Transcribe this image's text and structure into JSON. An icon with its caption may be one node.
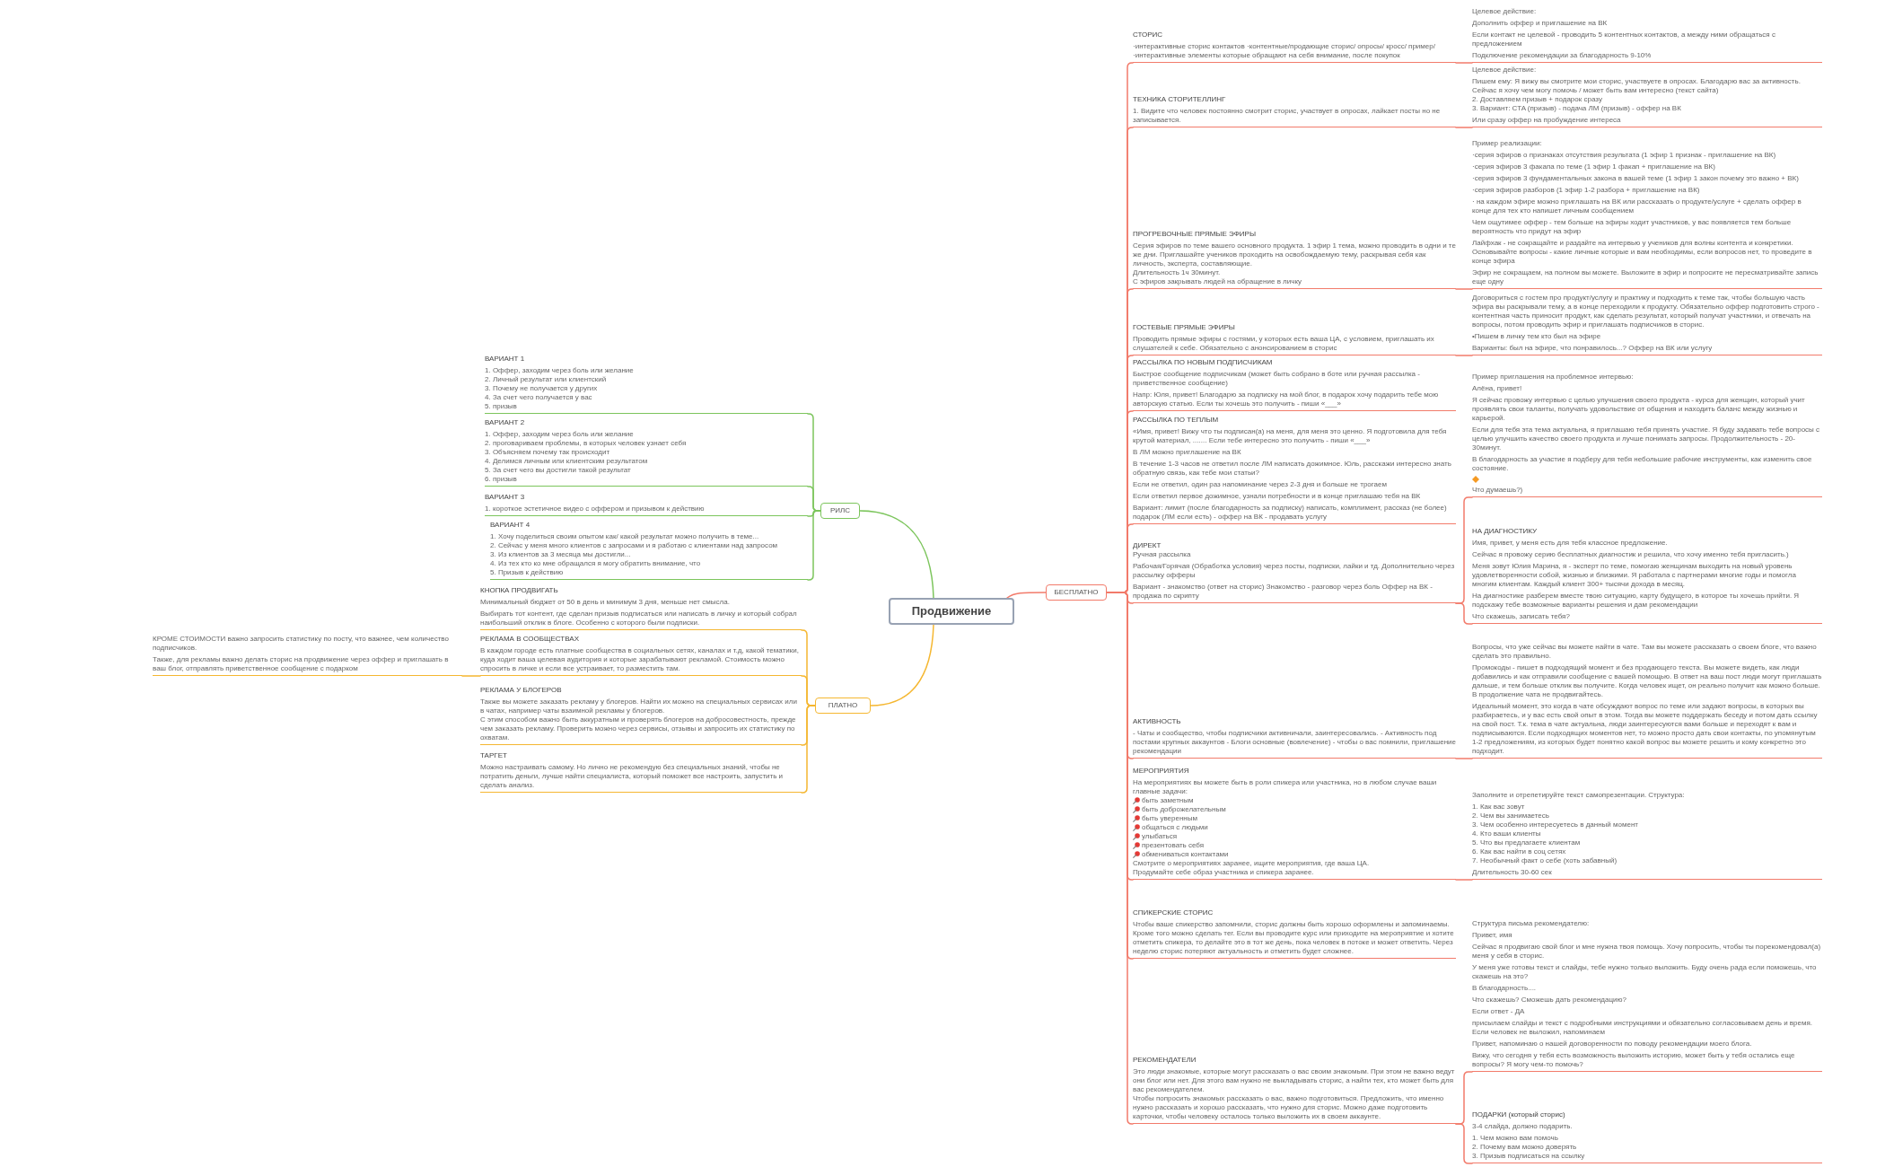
{
  "diagram": {
    "nodes": [
      {
        "text": [
          "Продвижение"
        ]
      },
      {
        "text": [
          "БЕСПЛАТНО"
        ]
      },
      {
        "text": [
          "СТОРИС",
          "·интерактивные сторис контактов ·контентные/продающие сторис/ опросы/ кросс/ пример/ ·интерактивные элементы которые обращают на себя внимание, после покупок"
        ]
      },
      {
        "text": [
          "Целевое действие:",
          "Дополнить оффер и приглашение на ВК",
          "Если контакт не целевой - проводить 5 контентных контактов, а между ними обращаться с предложением",
          "Подключение рекомендации за благодарность 9-10%"
        ]
      },
      {
        "text": [
          "ТЕХНИКА СТОРИТЕЛЛИНГ",
          "1. Видите что человек постоянно смотрит сторис, участвует в опросах, лайкает посты но не записывается."
        ]
      },
      {
        "text": [
          "Целевое действие:",
          "Пишем ему: Я вижу вы смотрите мои сторис, участвуете в опросах. Благодарю вас за активность. Сейчас я хочу чем могу помочь / может быть вам интересно (текст сайта)",
          "2. Доставляем призыв + подарок сразу",
          "3. Вариант: CTA (призыв) - подача ЛМ (призыв) - оффер на ВК",
          "Или сразу оффер на пробуждение интереса"
        ]
      },
      {
        "text": [
          "ПРОГРЕВОЧНЫЕ ПРЯМЫЕ ЭФИРЫ",
          "Серия эфиров по теме вашего основного продукта. 1 эфир 1 тема, можно проводить в одни и те же дни. Приглашайте учеников проходить на освобождаемую тему, раскрывая себя как личность, эксперта, составляющие.",
          "Длительность 1ч 30минут.",
          "С эфиров закрывать людей на обращение в личку"
        ]
      },
      {
        "text": [
          "Пример реализации:",
          "·серия эфиров о признаках отсутствия результата (1 эфир 1 признак - приглашение на ВК)",
          "·серия эфиров 3 факапа по теме (1 эфир 1 факап + приглашение на ВК)",
          "·серия эфиров 3 фундаментальных закона в вашей теме (1 эфир 1 закон почему это важно + ВК)",
          "·серия эфиров разборов (1 эфир 1-2 разбора + приглашение на ВК)",
          "· на каждом эфире можно приглашать на ВК или рассказать о продукте/услуге + сделать оффер в конце для тех кто напишет личным сообщением",
          "Чем ощутимее оффер - тем больше на эфиры ходит участников, у вас появляется тем больше вероятность что придут на эфир",
          "Лайфхак - не сокращайте и раздайте на интервью у учеников для волны контента и конкретики. Основывайте вопросы - какие личные которые и вам необходимы, если вопросов нет, то проведите в конце эфира",
          "Эфир не сокращаем, на полном вы можете. Выложите в эфир и попросите не пересматривайте запись еще одну"
        ]
      },
      {
        "text": [
          "ГОСТЕВЫЕ ПРЯМЫЕ ЭФИРЫ",
          "Проводить прямые эфиры с гостями, у которых есть ваша ЦА, с условием, приглашать их слушателей к себе. Обязательно с анонсированием в сторис"
        ]
      },
      {
        "text": [
          "Договориться с гостем про продукт/услугу и практику и подходить к теме так, чтобы большую часть эфира вы раскрывали тему, а в конце переходили к продукту. Обязательно оффер подготовить строго - контентная часть приносит продукт, как сделать результат, который получат участники, и отвечать на вопросы, потом проводить эфир и приглашать подписчиков в сторис.",
          "•Пишем в личку тем кто был на эфире",
          "Варианты: был на эфире, что понравилось...? Оффер на ВК или услугу"
        ]
      },
      {
        "text": [
          "РАССЫЛКА ПО НОВЫМ ПОДПИСЧИКАМ",
          "Быстрое сообщение подписчикам (может быть собрано в боте или ручная рассылка - приветственное сообщение)",
          "Напр: Юля, привет! Благодарю за подписку на мой блог, в подарок хочу подарить тебе мою авторскую статью. Если ты хочешь это получить - пиши «___»"
        ]
      },
      {
        "text": [
          "РАССЫЛКА ПО ТЕПЛЫМ",
          "«Имя, привет! Вижу что ты подписан(а) на меня, для меня это ценно. Я подготовила для тебя крутой материал, ....... Если тебе интересно это получить - пиши «___»",
          "В ЛМ можно приглашение на ВК",
          "В течение 1-3 часов не ответил после ЛМ написать дожимное. Юль, расскажи интересно знать обратную связь, как тебе мои статьи?",
          "Если не ответил, один раз напоминание через 2-3 дня и больше не трогаем",
          "Если ответил первое дожимное, узнали потребности и в конце приглашаю тебя на ВК",
          "Вариант: лимит (после благодарность за подписку) написать, комплимент, рассказ (не более) подарок (ЛМ если есть) - оффер на ВК - продавать услугу"
        ]
      },
      {
        "text": [
          "ДИРЕКТ",
          "Ручная рассылка",
          "Рабочая/Горячая (Обработка условия) через посты, подписки, лайки и тд. Дополнительно через рассылку офферы",
          "Вариант - знакомство (ответ на сторис) Знакомство - разговор через боль Оффер на ВК - продажа по скрипту"
        ]
      },
      {
        "text": [
          "Пример приглашения на проблемное интервью:",
          "Алёна, привет!",
          "Я сейчас провожу интервью с целью улучшения своего продукта - курса для женщин, который учит проявлять свои таланты, получать удовольствие от общения и находить баланс между жизнью и карьерой.",
          "Если для тебя эта тема актуальна, я приглашаю тебя принять участие. Я буду задавать тебе вопросы с целью улучшить качество своего продукта и лучше понимать запросы. Продолжительность - 20-30минут.",
          "В благодарность за участие я подберу для тебя небольшие рабочие инструменты, как изменить свое состояние.",
          "Что думаешь?)"
        ]
      },
      {
        "text": [
          "НА ДИАГНОСТИКУ",
          "Имя, привет, у меня есть для тебя классное предложение.",
          "Сейчас я провожу серию бесплатных диагностик и решила, что хочу именно тебя пригласить.)",
          "Меня зовут Юлия Марина, я - эксперт по теме, помогаю женщинам выходить на новый уровень удовлетворенности собой, жизнью и близкими. Я работала с партнерами многие годы и помогла многим клиентам. Каждый клиент 300+ тысячи дохода в месяц.",
          "На диагностике разберем вместе твою ситуацию, карту будущего, в которое ты хочешь прийти. Я подскажу тебе возможные варианты решения и дам рекомендации",
          "Что скажешь, записать тебя?"
        ]
      },
      {
        "text": [
          "АКТИВНОСТЬ",
          "- Чаты и сообщество, чтобы подписчики активничали, заинтересовались. - Активность под постами крупных аккаунтов - Блоги основные (вовлечение) - чтобы о вас помнили, приглашение рекомендации"
        ]
      },
      {
        "text": [
          "Вопросы, что уже сейчас вы можете найти в чате. Там вы можете рассказать о своем блоге, что важно сделать это правильно.",
          "Промокоды - пишет в подходящий момент и без продающего текста. Вы можете видеть, как люди добавились и как отправили сообщение с вашей помощью. В ответ на ваш пост люди могут приглашать дальше, и тем больше отклик вы получите. Когда человек ищет, он реально получит как можно больше. В продолжение чата не продвигайтесь.",
          "Идеальный момент, это когда в чате обсуждают вопрос по теме или задают вопросы, в которых вы разбираетесь, и у вас есть свой опыт в этом. Тогда вы можете поддержать беседу и потом дать ссылку на свой пост. Т.к. тема в чате актуальна, люди заинтересуются вами больше и переходят к вам и подписываются. Если подходящих моментов нет, то можно просто дать свои контакты, по упомянутым 1-2 предложениям, из которых будет понятно какой вопрос вы можете решить и кому конкретно это подходит."
        ]
      },
      {
        "text": [
          "МЕРОПРИЯТИЯ",
          "На мероприятиях вы можете быть в роли спикера или участника, но в любом случае ваши главные задачи:",
          "быть заметным",
          "быть доброжелательным",
          "быть уверенным",
          "общаться с людьми",
          "улыбаться",
          "презентовать себя",
          "обмениваться контактами",
          "Смотрите о мероприятиях заранее, ищите мероприятия, где ваша ЦА.",
          "Продумайте себе образ участника и спикера заранее."
        ]
      },
      {
        "text": [
          "Заполните и отрепетируйте текст самопрезентации. Структура:",
          "1. Как вас зовут",
          "2. Чем вы занимаетесь",
          "3. Чем особенно интересуетесь в данный момент",
          "4. Кто ваши клиенты",
          "5. Что вы предлагаете клиентам",
          "6. Как вас найти в соц сетях",
          "7. Необычный факт о себе (хоть забавный)",
          "Длительность 30-60 сек"
        ]
      },
      {
        "text": [
          "СПИКЕРСКИЕ СТОРИС",
          "Чтобы ваше спикерство запомнили, сторис должны быть хорошо оформлены и запоминаемы.",
          "Кроме того можно сделать тег. Если вы проводите курс или приходите на мероприятие и хотите отметить спикера, то делайте это в тот же день, пока человек в потоке и может ответить. Через неделю сторис потеряют актуальность и отметить будет сложнее."
        ]
      },
      {
        "text": [
          "РЕКОМЕНДАТЕЛИ",
          "Это люди знакомые, которые могут рассказать о вас своим знакомым. При этом не важно ведут они блог или нет. Для этого вам нужно не выкладывать сторис, а найти тех, кто может быть для вас рекомендателем.",
          "Чтобы попросить знакомых рассказать о вас, важно подготовиться. Предложить, что именно нужно рассказать и хорошо рассказать, что нужно для сторис. Можно даже подготовить карточки, чтобы человеку осталось только выложить их в своем аккаунте."
        ]
      },
      {
        "text": [
          "Структура письма рекомендателю:",
          "Привет, имя",
          "Сейчас я продвигаю свой блог и мне нужна твоя помощь. Хочу попросить, чтобы ты порекомендовал(а) меня у себя в сторис.",
          "У меня уже готовы текст и слайды, тебе нужно только выложить. Буду очень рада если поможешь, что скажешь на это?",
          "В благодарность....",
          "Что скажешь? Сможешь дать рекомендацию?",
          "Если ответ - ДА",
          "присылаем слайды и текст с подробными инструкциями и обязательно согласовываем день и время. Если человек не выложил, напоминаем",
          "Привет, напоминаю о нашей договоренности по поводу рекомендации моего блога.",
          "Вижу, что сегодня у тебя есть возможность выложить историю, может быть у тебя остались еще вопросы? Я могу чем-то помочь?"
        ]
      },
      {
        "text": [
          "ПОДАРКИ (который сторис)",
          "3-4 слайда, должно подарить.",
          "1. Чем можно вам помочь",
          "2. Почему вам можно доверять",
          "3. Призыв подписаться на ссылку"
        ]
      },
      {
        "text": [
          "РИЛС"
        ]
      },
      {
        "text": [
          "ВАРИАНТ 1",
          "1. Оффер, заходим через боль или желание",
          "2. Личный результат или клиентский",
          "3. Почему не получается у других",
          "4. За счет чего получается у вас",
          "5. призыв"
        ]
      },
      {
        "text": [
          "ВАРИАНТ 2",
          "1. Оффер, заходим через боль или желание",
          "2. проговариваем проблемы, в которых человек узнает себя",
          "3. Объясняем почему так происходит",
          "4. Делимся личным или клиентским результатом",
          "5. За счет чего вы достигли такой результат",
          "6. призыв"
        ]
      },
      {
        "text": [
          "ВАРИАНТ 3",
          "1. короткое эстетичное видео с оффером и призывом к действию"
        ]
      },
      {
        "text": [
          "ВАРИАНТ 4",
          "1. Хочу поделиться своим опытом как/ какой результат можно получить в теме...",
          "2. Сейчас у меня много клиентов с запросами и я работаю с клиентами над запросом",
          "3. Из клиентов за 3 месяца мы достигли...",
          "4. Из тех кто ко мне обращался я могу обратить внимание, что",
          "5. Призыв к действию"
        ]
      },
      {
        "text": [
          "ПЛАТНО"
        ]
      },
      {
        "text": [
          "КНОПКА ПРОДВИГАТЬ",
          "Минимальный бюджет от 50 в день и минимум 3 дня, меньше нет смысла.",
          "Выбирать тот контент, где сделан призыв подписаться или написать в личку и который собрал наибольший отклик в блоге. Особенно с которого были подписки."
        ]
      },
      {
        "text": [
          "РЕКЛАМА В СООБЩЕСТВАХ",
          "В каждом городе есть платные сообщества в социальных сетях, каналах и т.д, какой тематики, куда ходит ваша целевая аудитория и которые зарабатывают рекламой. Стоимость можно спросить в личке и если все устраивает, то разместить там."
        ]
      },
      {
        "text": [
          "КРОМЕ СТОИМОСТИ важно запросить статистику по посту, что важнее, чем количество подписчиков.",
          "Также, для рекламы важно делать сторис на продвижение через оффер и приглашать в ваш блог, отправлять приветственное сообщение с подарком"
        ]
      },
      {
        "text": [
          "РЕКЛАМА У БЛОГЕРОВ",
          "Также вы можете заказать рекламу у блогеров. Найти их можно на специальных сервисах или в чатах, например чаты взаимной рекламы у блогеров.",
          "С этим способом важно быть аккуратным и проверять блогеров на добросовестность, прежде чем заказать рекламу. Проверить можно через сервисы, отзывы и запросить их статистику по охватам."
        ]
      },
      {
        "text": [
          "ТАРГЕТ",
          "Можно настраивать самому. Но лично не рекомендую без специальных знаний, чтобы не потратить деньги, лучше найти специалиста, который поможет все настроить, запустить и сделать анализ."
        ]
      }
    ],
    "edges": [
      {
        "from": 0,
        "to": 1,
        "arrow": "none"
      },
      {
        "from": 0,
        "to": 23,
        "arrow": "none",
        "color": "#7cc55c"
      },
      {
        "from": 0,
        "to": 28,
        "arrow": "none",
        "color": "#f5b731"
      },
      {
        "from": 1,
        "to": 2,
        "arrow": "none"
      },
      {
        "from": 2,
        "to": 3,
        "arrow": "none"
      },
      {
        "from": 1,
        "to": 4,
        "arrow": "none"
      },
      {
        "from": 4,
        "to": 5,
        "arrow": "none"
      },
      {
        "from": 1,
        "to": 6,
        "arrow": "none"
      },
      {
        "from": 6,
        "to": 7,
        "arrow": "none"
      },
      {
        "from": 1,
        "to": 8,
        "arrow": "none"
      },
      {
        "from": 8,
        "to": 9,
        "arrow": "none"
      },
      {
        "from": 1,
        "to": 10,
        "arrow": "none"
      },
      {
        "from": 1,
        "to": 11,
        "arrow": "none"
      },
      {
        "from": 1,
        "to": 12,
        "arrow": "none"
      },
      {
        "from": 12,
        "to": 13,
        "arrow": "none"
      },
      {
        "from": 12,
        "to": 14,
        "arrow": "none"
      },
      {
        "from": 1,
        "to": 15,
        "arrow": "none"
      },
      {
        "from": 15,
        "to": 16,
        "arrow": "none"
      },
      {
        "from": 1,
        "to": 17,
        "arrow": "none"
      },
      {
        "from": 17,
        "to": 18,
        "arrow": "none"
      },
      {
        "from": 1,
        "to": 19,
        "arrow": "none"
      },
      {
        "from": 1,
        "to": 20,
        "arrow": "none"
      },
      {
        "from": 20,
        "to": 21,
        "arrow": "none"
      },
      {
        "from": 20,
        "to": 22,
        "arrow": "none"
      },
      {
        "from": 23,
        "to": 24,
        "arrow": "none",
        "color": "#7cc55c"
      },
      {
        "from": 23,
        "to": 25,
        "arrow": "none",
        "color": "#7cc55c"
      },
      {
        "from": 23,
        "to": 26,
        "arrow": "none",
        "color": "#7cc55c"
      },
      {
        "from": 23,
        "to": 27,
        "arrow": "none",
        "color": "#7cc55c"
      },
      {
        "from": 28,
        "to": 29,
        "arrow": "none",
        "color": "#f5b731"
      },
      {
        "from": 28,
        "to": 30,
        "arrow": "none",
        "color": "#f5b731"
      },
      {
        "from": 30,
        "to": 31,
        "arrow": "none",
        "color": "#f5b731"
      },
      {
        "from": 28,
        "to": 32,
        "arrow": "none",
        "color": "#f5b731"
      },
      {
        "from": 28,
        "to": 33,
        "arrow": "none",
        "color": "#f5b731"
      }
    ]
  }
}
